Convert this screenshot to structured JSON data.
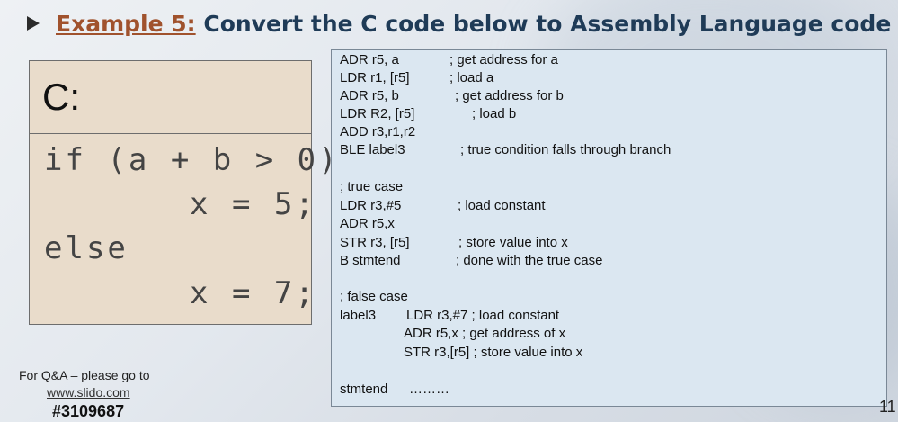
{
  "title": {
    "example_label": "Example 5:",
    "text": " Convert the C code below to Assembly Language code"
  },
  "c_code": {
    "header": "C:",
    "lines": [
      "if (a + b > 0)",
      "x = 5;",
      "else",
      "x = 7;"
    ]
  },
  "assembly": [
    {
      "code": "ADR r5, a",
      "comment": "; get address for a"
    },
    {
      "code": "LDR r1, [r5]",
      "comment": "; load a"
    },
    {
      "code": "ADR r5, b",
      "comment": "; get address for b"
    },
    {
      "code": "LDR R2, [r5]",
      "comment": "; load b"
    },
    {
      "code": "ADD r3,r1,r2",
      "comment": ""
    },
    {
      "code": "BLE label3",
      "comment": "; true condition falls through branch"
    },
    {
      "code": "; true case",
      "comment": ""
    },
    {
      "code": "LDR r3,#5",
      "comment": "; load constant"
    },
    {
      "code": "ADR r5,x",
      "comment": ""
    },
    {
      "code": "STR r3, [r5]",
      "comment": "; store value into x"
    },
    {
      "code": "B stmtend",
      "comment": "; done with the true case"
    },
    {
      "code": "; false case",
      "comment": ""
    },
    {
      "code": "label3",
      "comment": "LDR r3,#7 ; load constant"
    },
    {
      "code": "",
      "comment": "ADR r5,x ; get address of x"
    },
    {
      "code": "",
      "comment": "STR r3,[r5] ; store value into x"
    },
    {
      "code": "stmtend",
      "comment": "………"
    }
  ],
  "footer": {
    "qa_text": "For Q&A – please go to",
    "link": "www.slido.com",
    "code": "#3109687",
    "page_number": "11"
  },
  "colors": {
    "title": "#1f3b57",
    "example_label": "#a0522d",
    "c_box_bg": "#e9dccb",
    "asm_box_bg": "#dbe7f1"
  }
}
